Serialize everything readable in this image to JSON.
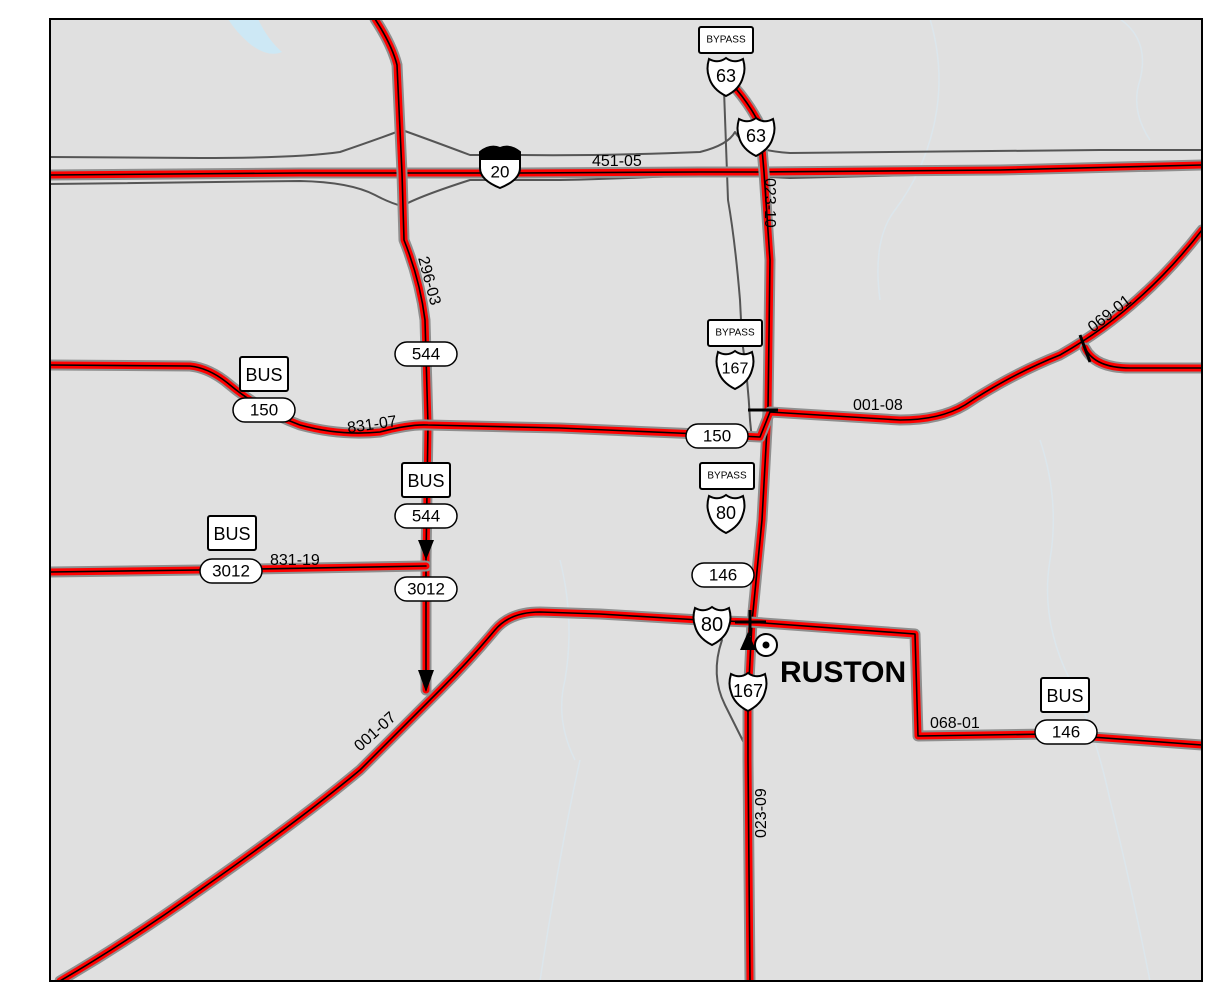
{
  "map": {
    "colors": {
      "background": "#e0e0e0",
      "route": "#ff0000",
      "route_casing": "#8f8f8f",
      "minor_road": "#555555",
      "water": "#cde8f5",
      "creek": "#dce6ec"
    },
    "city": {
      "name": "RUSTON",
      "icon": "city-marker-icon"
    },
    "segment_labels": {
      "s451_05": "451-05",
      "s023_10": "023-10",
      "s296_03": "296-03",
      "s069_01": "069-01",
      "s831_07": "831-07",
      "s001_08": "001-08",
      "s831_19": "831-19",
      "s001_07": "001-07",
      "s068_01": "068-01",
      "s023_09": "023-09"
    },
    "shields": {
      "bypass_63_tag": "BYPASS",
      "us63_bypass": "63",
      "us63": "63",
      "i20": "20",
      "la544_n": "544",
      "bus_150_tag": "BUS",
      "la150_w": "150",
      "bypass_167_tag": "BYPASS",
      "us167_bypass": "167",
      "la150_e": "150",
      "bus_544_tag": "BUS",
      "la544_bus": "544",
      "bypass_80_tag": "BYPASS",
      "us80_bypass": "80",
      "bus_3012_tag": "BUS",
      "la3012_w": "3012",
      "la3012_e": "3012",
      "la146_n": "146",
      "us80": "80",
      "us167": "167",
      "bus_146_tag": "BUS",
      "la146_e": "146"
    }
  }
}
